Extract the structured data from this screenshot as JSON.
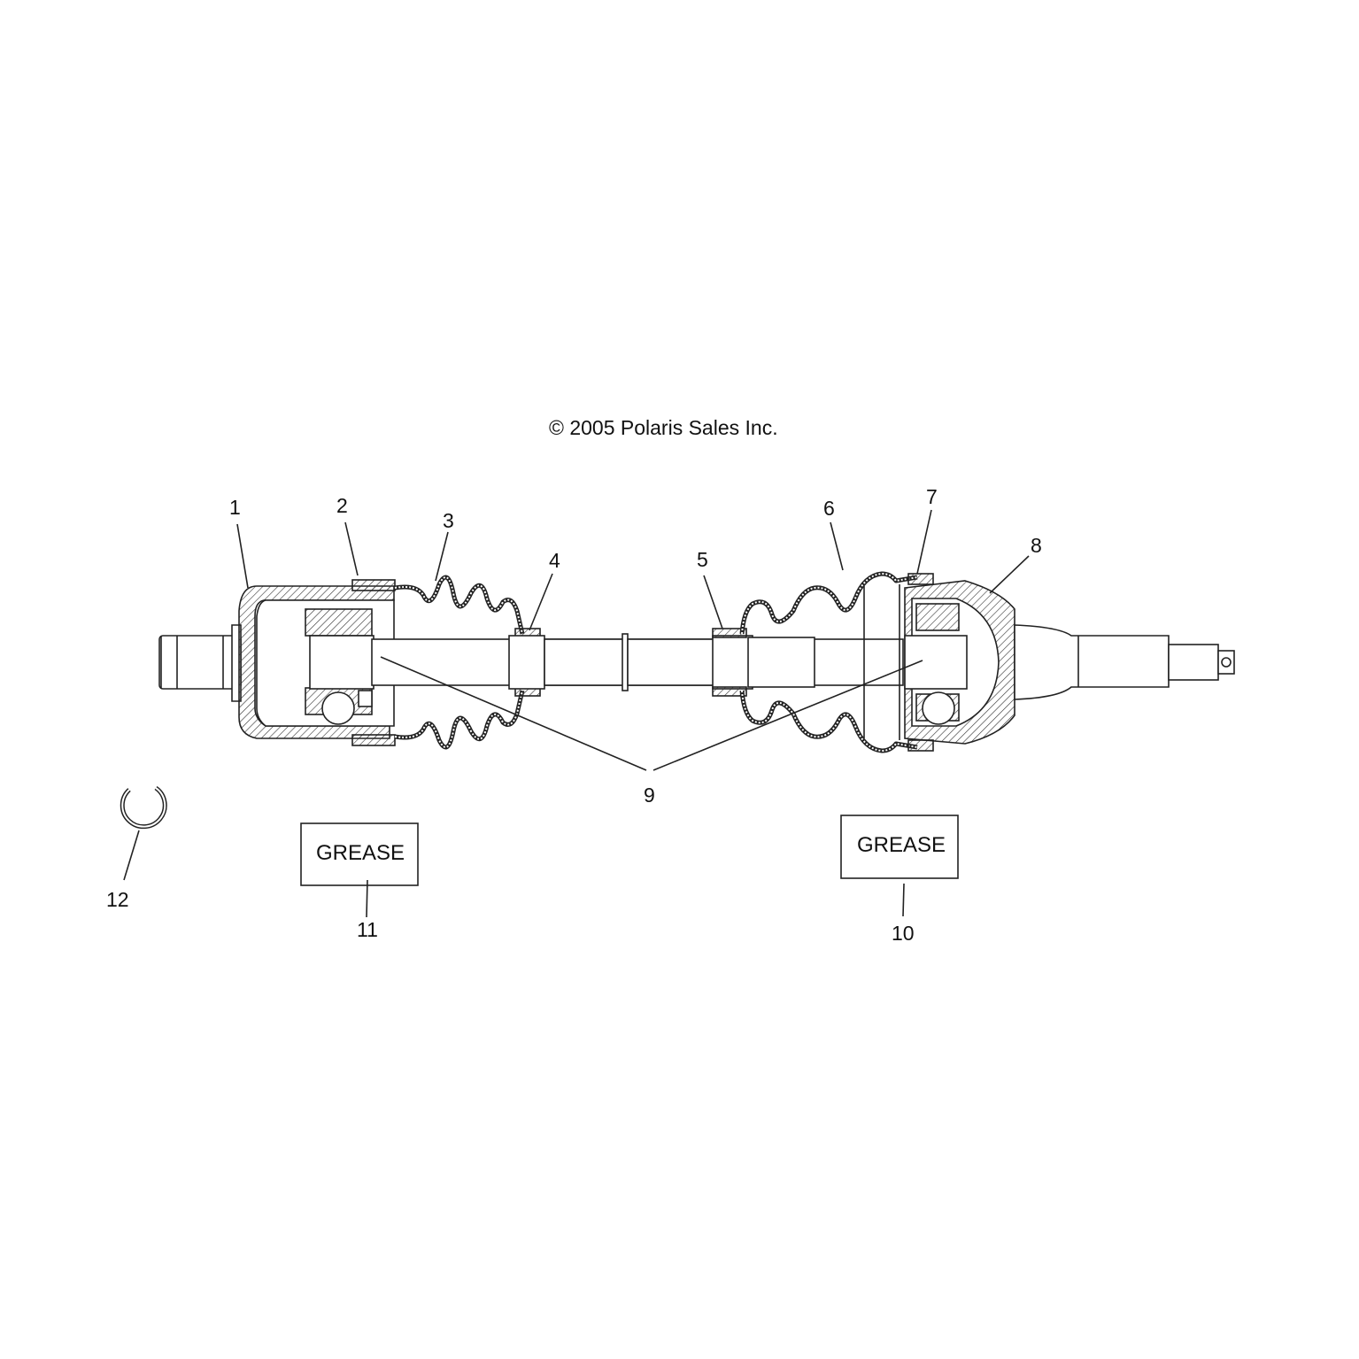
{
  "copyright": "© 2005 Polaris Sales Inc.",
  "callouts": [
    "1",
    "2",
    "3",
    "4",
    "5",
    "6",
    "7",
    "8",
    "9",
    "10",
    "11",
    "12"
  ],
  "grease_labels": {
    "left": "GREASE",
    "right": "GREASE"
  }
}
